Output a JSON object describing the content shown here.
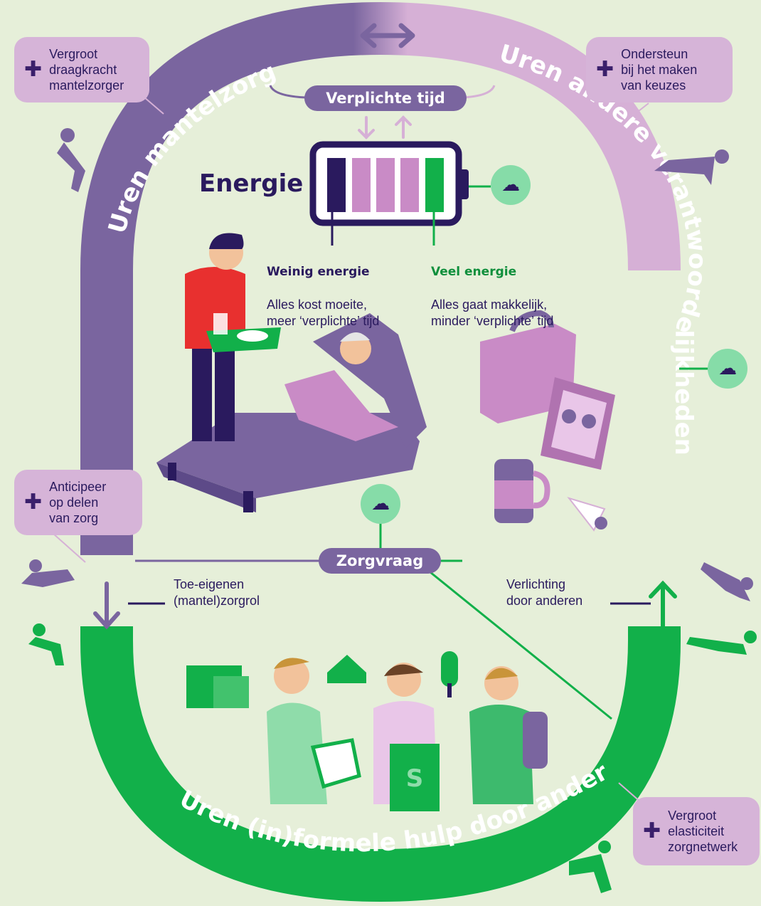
{
  "arcs": {
    "left_label": "Uren mantelzorg",
    "right_label": "Uren andere verantwoordelijkheden",
    "bottom_label": "Uren (in)formele hulp door anderen"
  },
  "pills": {
    "verplichte_tijd": "Verplichte tijd",
    "zorgvraag": "Zorgvraag"
  },
  "energy": {
    "title": "Energie",
    "low_title": "Weinig energie",
    "low_text": "Alles kost moeite,\nmeer ‘verplichte’ tijd",
    "high_title": "Veel energie",
    "high_text": "Alles gaat makkelijk,\nminder ‘verplichte’ tijd"
  },
  "callouts": {
    "top_left": "Vergroot\ndraagkracht\nmantelzorger",
    "top_right": "Ondersteun\nbij het maken\nvan keuzes",
    "mid_left": "Anticipeer\nop delen\nvan zorg",
    "bottom_right": "Vergroot\nelasticiteit\nzorgnetwerk"
  },
  "labels": {
    "toe_eigenen": "Toe-eigenen\n(mantel)zorgrol",
    "verlichting": "Verlichting\ndoor anderen"
  },
  "icons": {
    "puzzle": "puzzle-icon",
    "weather": "rain-cloud-icon",
    "arrows": "double-arrow-icon"
  },
  "colors": {
    "background": "#e6efd9",
    "purple_dark": "#7a659f",
    "purple_light": "#d6b0d6",
    "green": "#12b04a",
    "navy": "#2a1a5e"
  }
}
